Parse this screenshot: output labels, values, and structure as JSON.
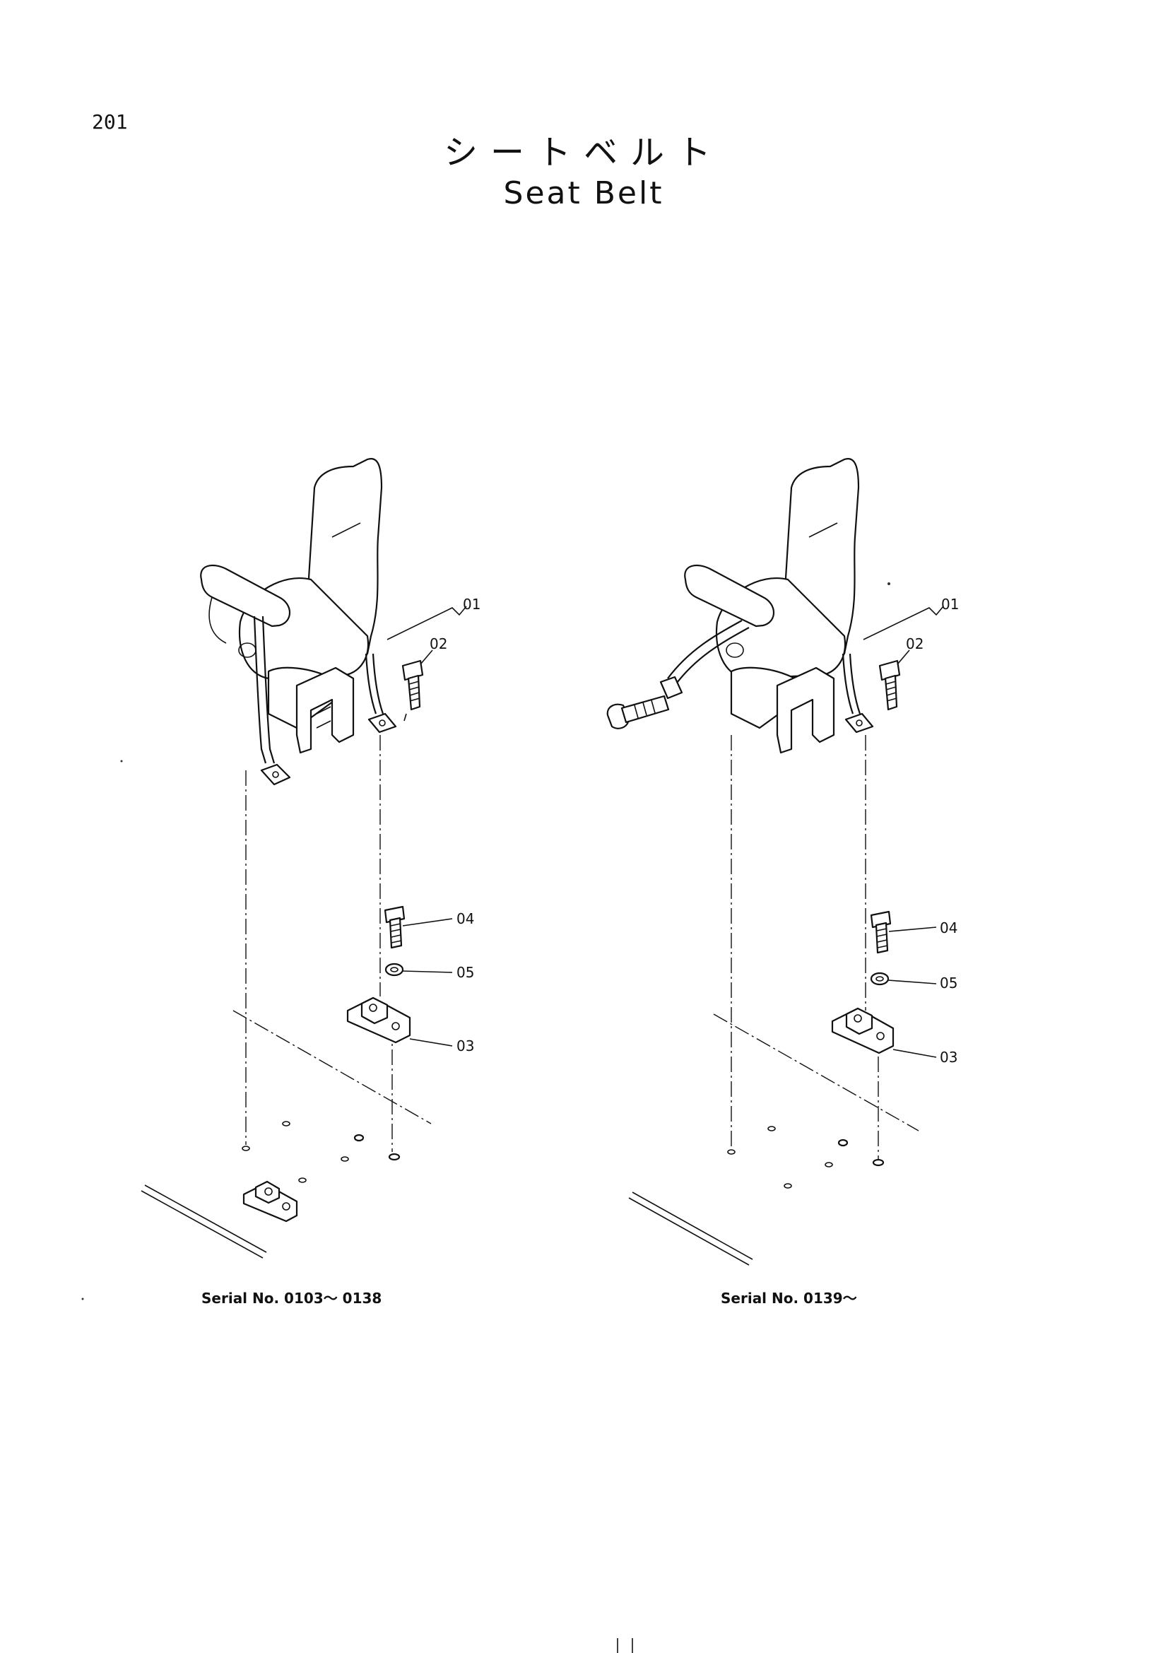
{
  "page": {
    "number": "201",
    "title_jp": "シートベルト",
    "title_en": "Seat Belt"
  },
  "diagrams": [
    {
      "id": "left",
      "serial_label": "Serial No. 0103～ 0138",
      "callouts": [
        "01",
        "02",
        "04",
        "05",
        "03"
      ]
    },
    {
      "id": "right",
      "serial_label": "Serial No. 0139～",
      "callouts": [
        "01",
        "02",
        "04",
        "05",
        "03"
      ]
    }
  ]
}
